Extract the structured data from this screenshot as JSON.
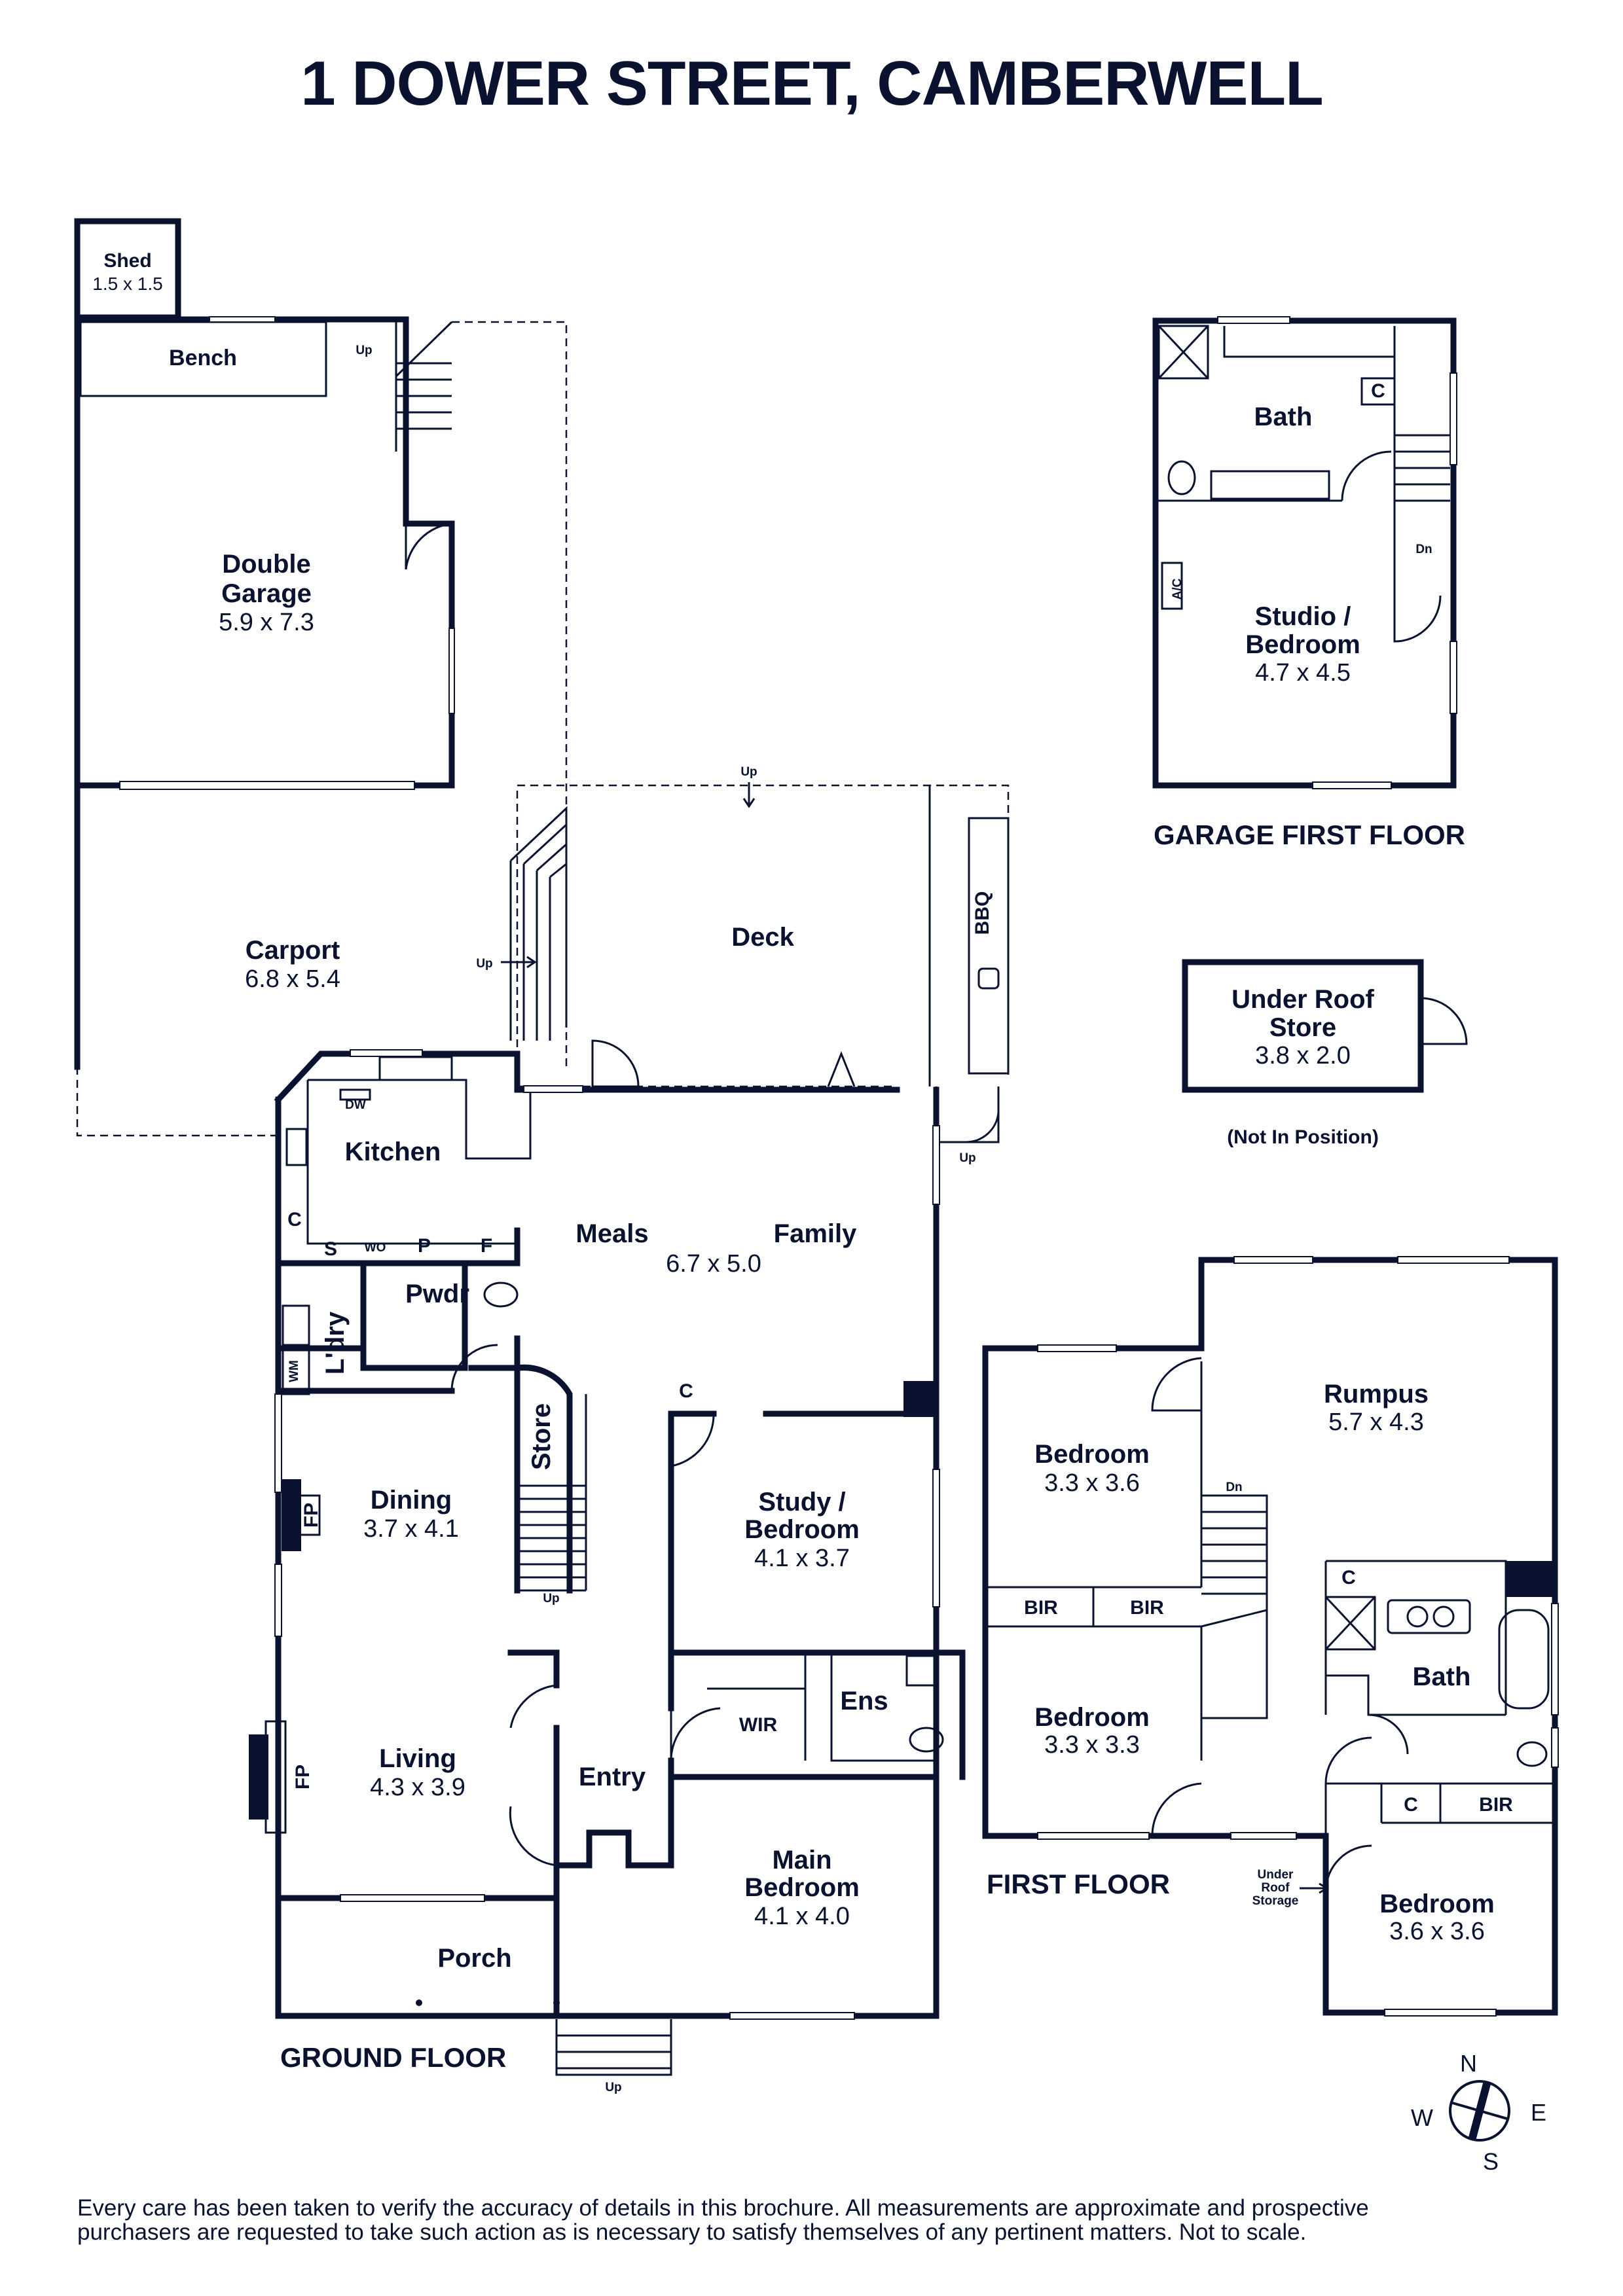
{
  "title": "1 DOWER STREET, CAMBERWELL",
  "floor_labels": {
    "garage_first_floor": "GARAGE FIRST FLOOR",
    "first_floor": "FIRST FLOOR",
    "ground_floor": "GROUND FLOOR"
  },
  "rooms": {
    "shed": {
      "name": "Shed",
      "dims": "1.5 x 1.5"
    },
    "bench": {
      "name": "Bench"
    },
    "double_garage": {
      "name_line1": "Double",
      "name_line2": "Garage",
      "dims": "5.9 x 7.3"
    },
    "carport": {
      "name": "Carport",
      "dims": "6.8 x 5.4"
    },
    "deck": {
      "name": "Deck"
    },
    "bbq": {
      "name": "BBQ"
    },
    "kitchen": {
      "name": "Kitchen"
    },
    "meals": {
      "name": "Meals"
    },
    "family": {
      "name": "Family"
    },
    "meals_family_dims": "6.7 x 5.0",
    "pwdr": {
      "name": "Pwdr"
    },
    "laundry": {
      "name": "L'dry"
    },
    "store": {
      "name": "Store"
    },
    "dining": {
      "name": "Dining",
      "dims": "3.7 x 4.1"
    },
    "living": {
      "name": "Living",
      "dims": "4.3 x 3.9"
    },
    "entry": {
      "name": "Entry"
    },
    "study": {
      "name_line1": "Study /",
      "name_line2": "Bedroom",
      "dims": "4.1 x 3.7"
    },
    "wir": {
      "name": "WIR"
    },
    "ens": {
      "name": "Ens"
    },
    "main_bedroom": {
      "name_line1": "Main",
      "name_line2": "Bedroom",
      "dims": "4.1 x 4.0"
    },
    "porch": {
      "name": "Porch"
    },
    "garage_bath": {
      "name": "Bath"
    },
    "studio": {
      "name_line1": "Studio /",
      "name_line2": "Bedroom",
      "dims": "4.7 x 4.5"
    },
    "under_roof_store": {
      "name_line1": "Under Roof",
      "name_line2": "Store",
      "dims": "3.8 x 2.0",
      "note": "(Not In Position)"
    },
    "bedroom_1": {
      "name": "Bedroom",
      "dims": "3.3 x 3.6"
    },
    "bedroom_2": {
      "name": "Bedroom",
      "dims": "3.3 x 3.3"
    },
    "rumpus": {
      "name": "Rumpus",
      "dims": "5.7 x 4.3"
    },
    "first_bath": {
      "name": "Bath"
    },
    "bedroom_3": {
      "name": "Bedroom",
      "dims": "3.6 x 3.6"
    }
  },
  "fixtures": {
    "dw": "DW",
    "c": "C",
    "s": "S",
    "wo": "WO",
    "p": "P",
    "f": "F",
    "wm": "WM",
    "fp": "FP",
    "ac": "A/C",
    "bir": "BIR",
    "up": "Up",
    "dn": "Dn",
    "under_roof_storage": [
      "Under",
      "Roof",
      "Storage"
    ]
  },
  "compass": {
    "n": "N",
    "e": "E",
    "s": "S",
    "w": "W"
  },
  "disclaimer": [
    "Every care has been taken to verify the accuracy of details in this brochure. All measurements are approximate and prospective",
    "purchasers are requested to take such action as is necessary to satisfy themselves of any pertinent matters. Not to scale."
  ]
}
